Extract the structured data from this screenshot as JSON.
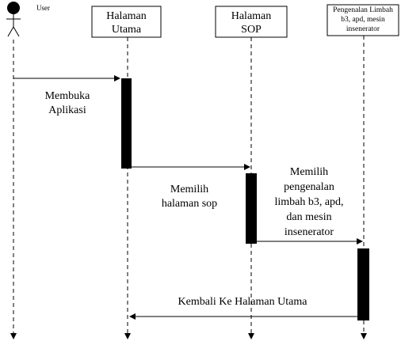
{
  "actor": {
    "label": "User"
  },
  "lifelines": [
    {
      "id": "halaman_utama",
      "label_lines": [
        "Halaman",
        "Utama"
      ]
    },
    {
      "id": "halaman_sop",
      "label_lines": [
        "Halaman",
        "SOP"
      ]
    },
    {
      "id": "pengenalan",
      "label_lines": [
        "Pengenalan Limbah",
        "b3, apd, mesin",
        "insenerator"
      ]
    }
  ],
  "messages": [
    {
      "from": "user",
      "to": "halaman_utama",
      "label_lines": [
        "Membuka",
        "Aplikasi"
      ]
    },
    {
      "from": "halaman_utama",
      "to": "halaman_sop",
      "label_lines": [
        "Memilih",
        "halaman sop"
      ]
    },
    {
      "from": "halaman_sop",
      "to": "pengenalan",
      "label_lines": [
        "Memilih",
        "pengenalan",
        "limbah b3, apd,",
        "dan mesin",
        "insenerator"
      ]
    },
    {
      "from": "pengenalan",
      "to": "halaman_utama",
      "label_lines": [
        "Kembali Ke Halaman Utama"
      ]
    }
  ]
}
